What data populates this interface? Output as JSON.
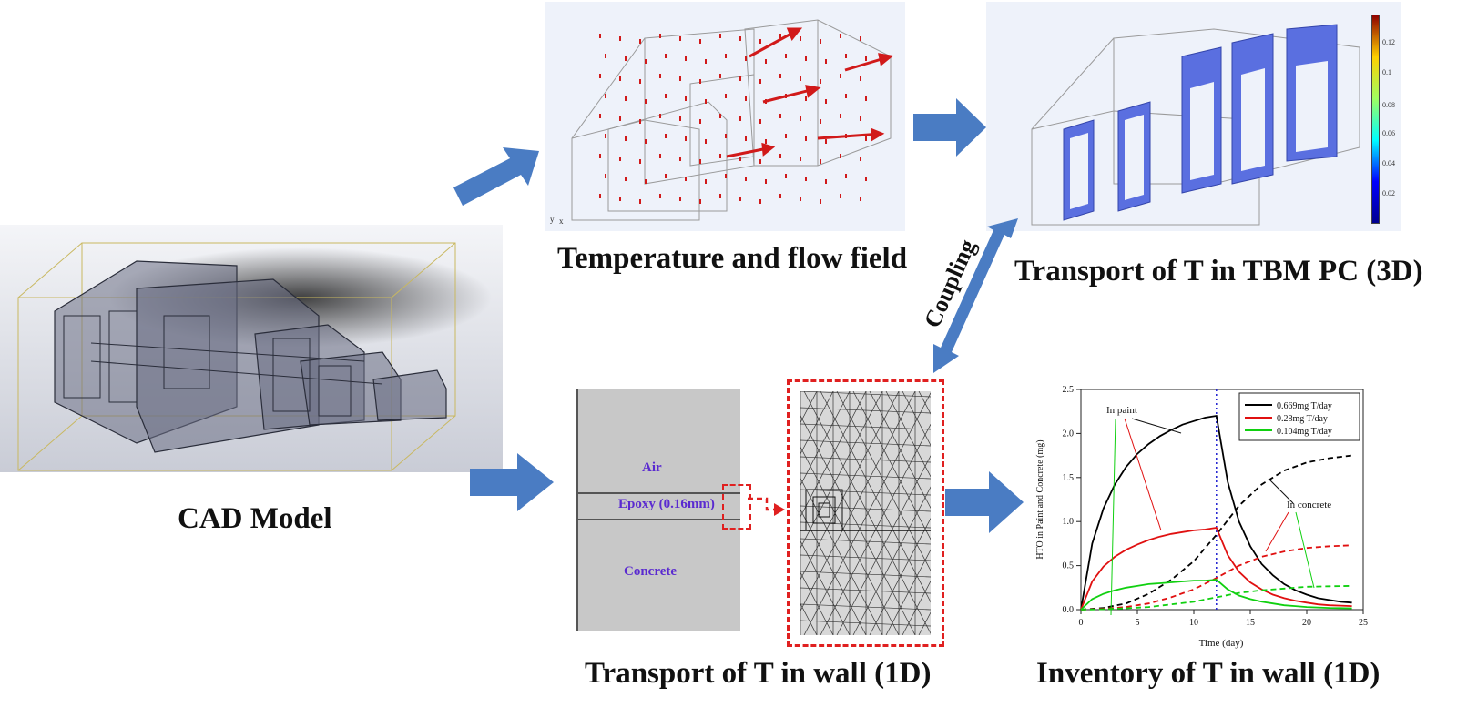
{
  "captions": {
    "cad": "CAD Model",
    "flow": "Temperature and flow field",
    "tbm": "Transport of T in TBM PC (3D)",
    "wall": "Transport of T in wall (1D)",
    "inventory": "Inventory of T in wall (1D)",
    "coupling": "Coupling"
  },
  "wall_layers": {
    "air": "Air",
    "epoxy": "Epoxy (0.16mm)",
    "concrete": "Concrete"
  },
  "colorbar": {
    "ticks": [
      "0.12",
      "0.1",
      "0.08",
      "0.06",
      "0.04",
      "0.02"
    ]
  },
  "colors": {
    "arrow_blue": "#4a7cc3",
    "flow_red": "#d11a1a",
    "concentration_blue": "#5a6fe0",
    "dash_red": "#e02020"
  },
  "chart_data": {
    "type": "line",
    "xlabel": "Time (day)",
    "ylabel": "HTO in Paint and Concrete (mg)",
    "xlim": [
      0,
      25
    ],
    "ylim": [
      0,
      2.5
    ],
    "xticks": [
      "0",
      "5",
      "10",
      "15",
      "20",
      "25"
    ],
    "yticks": [
      "0.0",
      "0.5",
      "1.0",
      "1.5",
      "2.0",
      "2.5"
    ],
    "legend_position": "top-right",
    "annotations": [
      "In paint",
      "In concrete"
    ],
    "vertical_marker_x": 12,
    "series": [
      {
        "name": "0.669mg T/day",
        "color": "#000000",
        "style": "solid",
        "medium": "paint",
        "x": [
          0,
          1,
          2,
          3,
          4,
          5,
          6,
          7,
          8,
          9,
          10,
          11,
          12,
          13,
          14,
          15,
          16,
          17,
          18,
          19,
          20,
          21,
          22,
          23,
          24
        ],
        "y": [
          0,
          0.75,
          1.15,
          1.42,
          1.62,
          1.77,
          1.88,
          1.97,
          2.04,
          2.1,
          2.14,
          2.18,
          2.2,
          1.45,
          1.0,
          0.72,
          0.52,
          0.39,
          0.29,
          0.22,
          0.17,
          0.13,
          0.11,
          0.09,
          0.08
        ]
      },
      {
        "name": "0.669mg T/day",
        "color": "#000000",
        "style": "dashed",
        "medium": "concrete",
        "x": [
          0,
          2,
          4,
          6,
          8,
          10,
          12,
          14,
          16,
          18,
          20,
          22,
          24
        ],
        "y": [
          0,
          0.02,
          0.07,
          0.18,
          0.34,
          0.55,
          0.85,
          1.18,
          1.42,
          1.58,
          1.67,
          1.72,
          1.75
        ]
      },
      {
        "name": "0.28mg T/day",
        "color": "#e01010",
        "style": "solid",
        "medium": "paint",
        "x": [
          0,
          1,
          2,
          3,
          4,
          5,
          6,
          7,
          8,
          9,
          10,
          11,
          12,
          13,
          14,
          15,
          16,
          17,
          18,
          19,
          20,
          21,
          22,
          23,
          24
        ],
        "y": [
          0,
          0.32,
          0.49,
          0.6,
          0.68,
          0.74,
          0.79,
          0.83,
          0.86,
          0.88,
          0.9,
          0.91,
          0.93,
          0.62,
          0.43,
          0.31,
          0.23,
          0.17,
          0.13,
          0.1,
          0.08,
          0.06,
          0.05,
          0.045,
          0.04
        ]
      },
      {
        "name": "0.28mg T/day",
        "color": "#e01010",
        "style": "dashed",
        "medium": "concrete",
        "x": [
          0,
          2,
          4,
          6,
          8,
          10,
          12,
          14,
          16,
          18,
          20,
          22,
          24
        ],
        "y": [
          0,
          0.01,
          0.03,
          0.07,
          0.14,
          0.23,
          0.36,
          0.5,
          0.6,
          0.66,
          0.7,
          0.72,
          0.73
        ]
      },
      {
        "name": "0.104mg T/day",
        "color": "#10d010",
        "style": "solid",
        "medium": "paint",
        "x": [
          0,
          1,
          2,
          3,
          4,
          5,
          6,
          7,
          8,
          9,
          10,
          11,
          12,
          13,
          14,
          15,
          16,
          17,
          18,
          19,
          20,
          21,
          22,
          23,
          24
        ],
        "y": [
          0,
          0.12,
          0.18,
          0.22,
          0.25,
          0.27,
          0.29,
          0.3,
          0.31,
          0.32,
          0.33,
          0.33,
          0.34,
          0.23,
          0.16,
          0.12,
          0.09,
          0.07,
          0.05,
          0.04,
          0.03,
          0.025,
          0.02,
          0.018,
          0.015
        ]
      },
      {
        "name": "0.104mg T/day",
        "color": "#10d010",
        "style": "dashed",
        "medium": "concrete",
        "x": [
          0,
          2,
          4,
          6,
          8,
          10,
          12,
          14,
          16,
          18,
          20,
          22,
          24
        ],
        "y": [
          0,
          0.005,
          0.015,
          0.03,
          0.06,
          0.09,
          0.14,
          0.19,
          0.22,
          0.24,
          0.26,
          0.265,
          0.27
        ]
      }
    ]
  }
}
